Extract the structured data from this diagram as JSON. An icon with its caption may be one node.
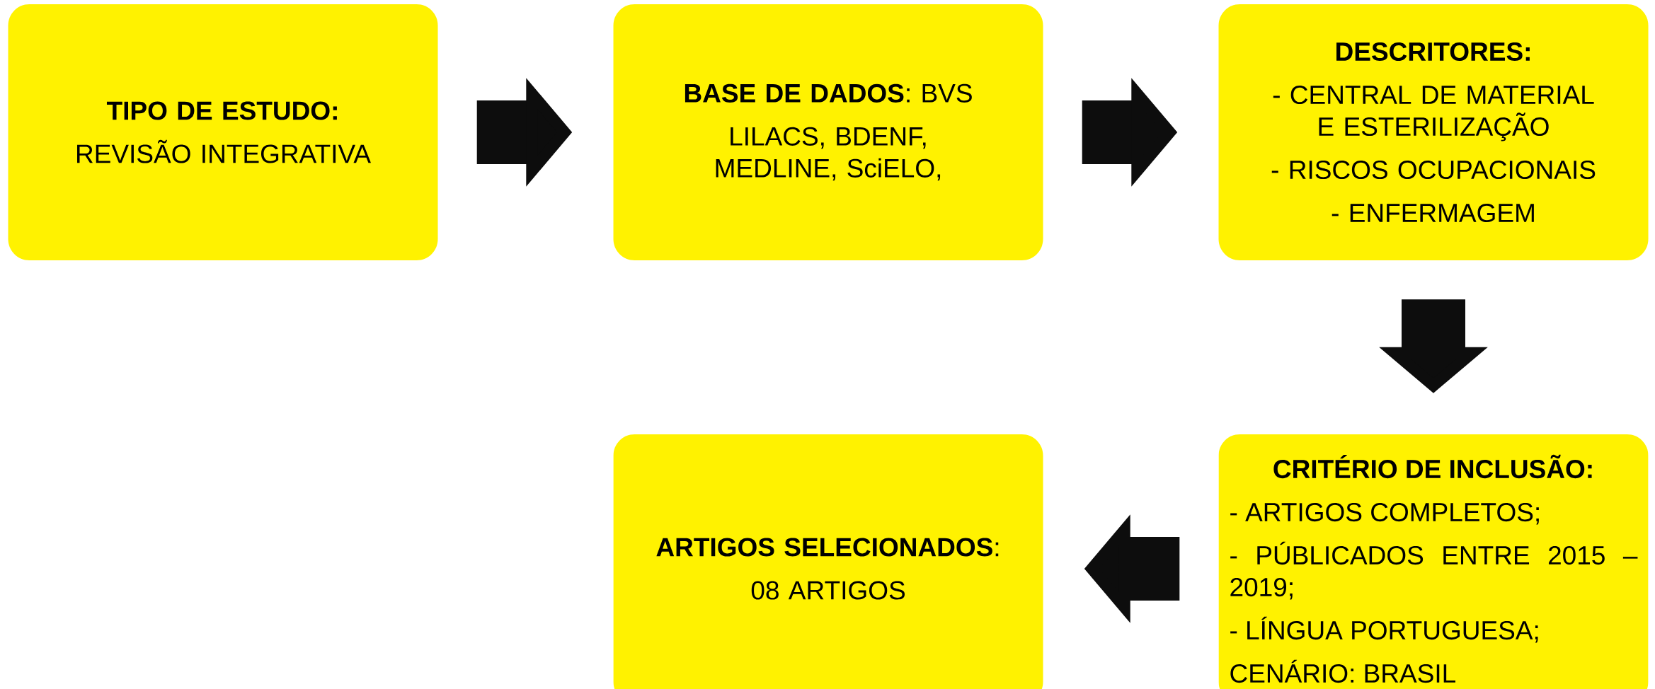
{
  "diagram": {
    "nodes": [
      {
        "text": [
          "TIPO DE ESTUDO:",
          "REVISÃO INTEGRATIVA"
        ]
      },
      {
        "text": [
          "**BASE DE DADOS**: BVS",
          "LILACS, BDENF, MEDLINE, SciELO,"
        ]
      },
      {
        "text": [
          "DESCRITORES:",
          "- CENTRAL DE MATERIAL E ESTERILIZAÇÃO",
          "- RISCOS OCUPACIONAIS",
          "- ENFERMAGEM"
        ]
      },
      {
        "text": [
          "CRITÉRIO DE INCLUSÃO:",
          "- ARTIGOS COMPLETOS;",
          "- PÚBLICADOS ENTRE 2015 – 2019;",
          "- LÍNGUA PORTUGUESA;",
          "CENÁRIO: BRASIL"
        ]
      },
      {
        "text": [
          "**ARTIGOS SELECIONADOS**:",
          "08 ARTIGOS"
        ]
      }
    ],
    "edges": [
      {
        "from": 0,
        "to": 1,
        "arrow": "to"
      },
      {
        "from": 1,
        "to": 2,
        "arrow": "to"
      },
      {
        "from": 2,
        "to": 3,
        "arrow": "to"
      },
      {
        "from": 3,
        "to": 4,
        "arrow": "to"
      }
    ]
  }
}
